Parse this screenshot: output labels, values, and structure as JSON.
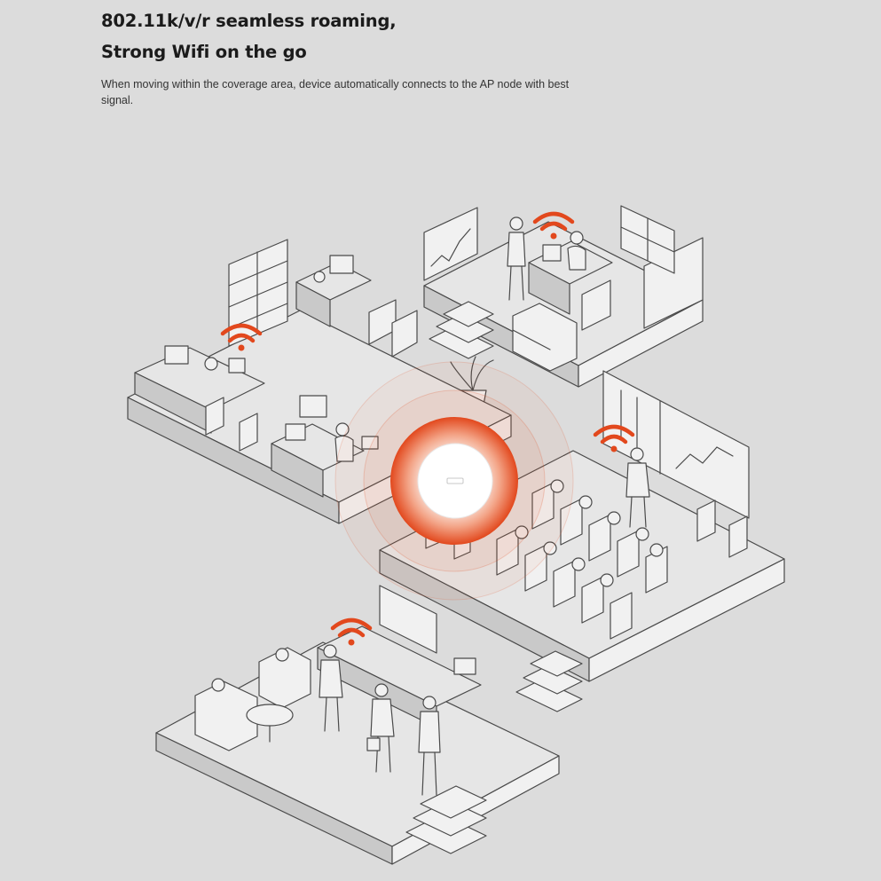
{
  "hero": {
    "title_line1": "802.11k/v/r seamless roaming,",
    "title_line2": "Strong Wifi on the go",
    "description": "When moving within the coverage area, device automatically connects to the AP node with best signal."
  },
  "colors": {
    "background": "#dcdcdc",
    "accent_orange": "#e2481d",
    "line": "#4a4a4a",
    "text_heading": "#1b1b1b"
  },
  "icons": [
    "wifi-signal-icon",
    "access-point-device"
  ]
}
